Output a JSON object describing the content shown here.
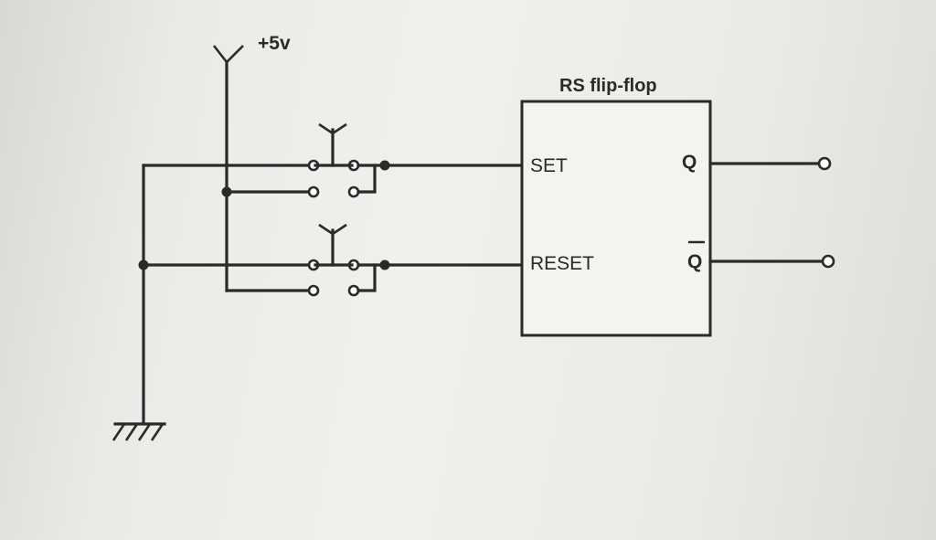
{
  "supply": {
    "label": "+5v"
  },
  "flipflop": {
    "title": "RS flip-flop",
    "inputs": [
      "SET",
      "RESET"
    ],
    "outputs": [
      "Q",
      "Q"
    ],
    "output_overline": [
      false,
      true
    ]
  },
  "colors": {
    "ink": "#2a2a2a",
    "paper": "#eceae6",
    "terminal_fill": "#ffffff"
  }
}
